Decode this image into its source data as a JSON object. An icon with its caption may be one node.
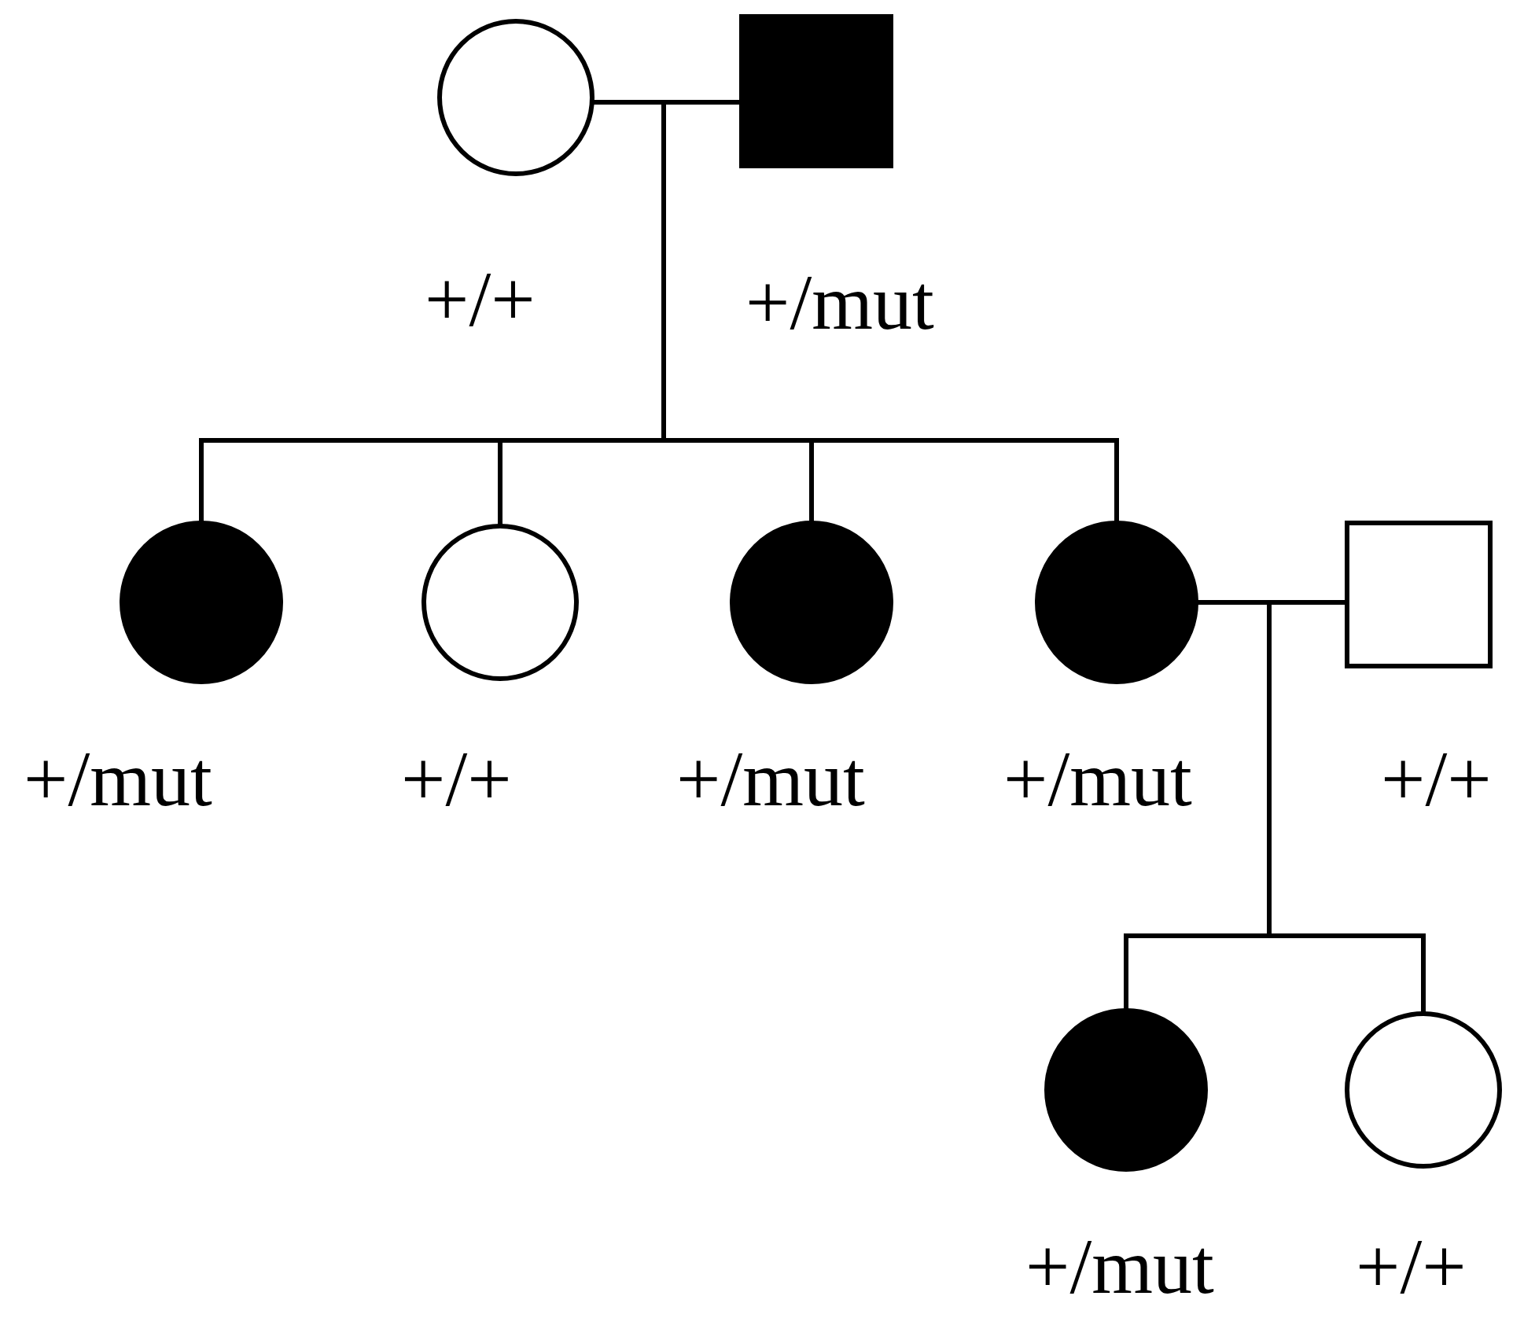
{
  "diagram": {
    "nodes": [
      {
        "text": [],
        "shape": "circle",
        "beside": [
          "+/+"
        ]
      },
      {
        "text": [],
        "shape": "box",
        "beside": [
          "+/mut"
        ]
      },
      {
        "text": [],
        "shape": "circle",
        "beside": [
          "+/mut"
        ]
      },
      {
        "text": [],
        "shape": "circle",
        "beside": [
          "+/+"
        ]
      },
      {
        "text": [],
        "shape": "circle",
        "beside": [
          "+/mut"
        ]
      },
      {
        "text": [],
        "shape": "circle",
        "beside": [
          "+/mut"
        ]
      },
      {
        "text": [],
        "shape": "box",
        "beside": [
          "+/+"
        ]
      },
      {
        "text": [],
        "shape": "circle",
        "beside": [
          "+/mut"
        ]
      },
      {
        "text": [],
        "shape": "circle",
        "beside": [
          "+/+"
        ]
      }
    ],
    "edges": [
      {
        "from": 0,
        "to": 1,
        "arrow": "none"
      },
      {
        "from": 0,
        "to": 2,
        "arrow": "none"
      },
      {
        "from": 1,
        "to": 2,
        "arrow": "none"
      },
      {
        "from": 0,
        "to": 3,
        "arrow": "none"
      },
      {
        "from": 1,
        "to": 3,
        "arrow": "none"
      },
      {
        "from": 0,
        "to": 4,
        "arrow": "none"
      },
      {
        "from": 1,
        "to": 4,
        "arrow": "none"
      },
      {
        "from": 0,
        "to": 5,
        "arrow": "none"
      },
      {
        "from": 1,
        "to": 5,
        "arrow": "none"
      },
      {
        "from": 5,
        "to": 6,
        "arrow": "none"
      },
      {
        "from": 5,
        "to": 7,
        "arrow": "none"
      },
      {
        "from": 6,
        "to": 7,
        "arrow": "none"
      },
      {
        "from": 5,
        "to": 8,
        "arrow": "none"
      },
      {
        "from": 6,
        "to": 8,
        "arrow": "none"
      }
    ]
  }
}
